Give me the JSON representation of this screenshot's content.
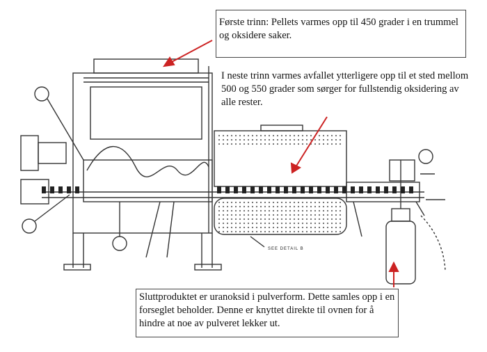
{
  "callouts": {
    "first_stage": "Første trinn: Pellets varmes opp til 450 grader i en trummel og oksidere saker.",
    "second_stage": "I neste trinn varmes avfallet ytterligere opp til et sted mellom 500 og 550 grader som sørger for fullstendig oksidering av alle rester.",
    "final_product": "Sluttproduktet er uranoksid i pulverform. Dette samles opp i en forseglet beholder. Denne er knyttet direkte til ovnen for å hindre at noe av pulveret lekker ut."
  },
  "drawing": {
    "detail_label": "SEE DETAIL B",
    "arrow_color": "#cc2222",
    "line_color": "#333333"
  }
}
